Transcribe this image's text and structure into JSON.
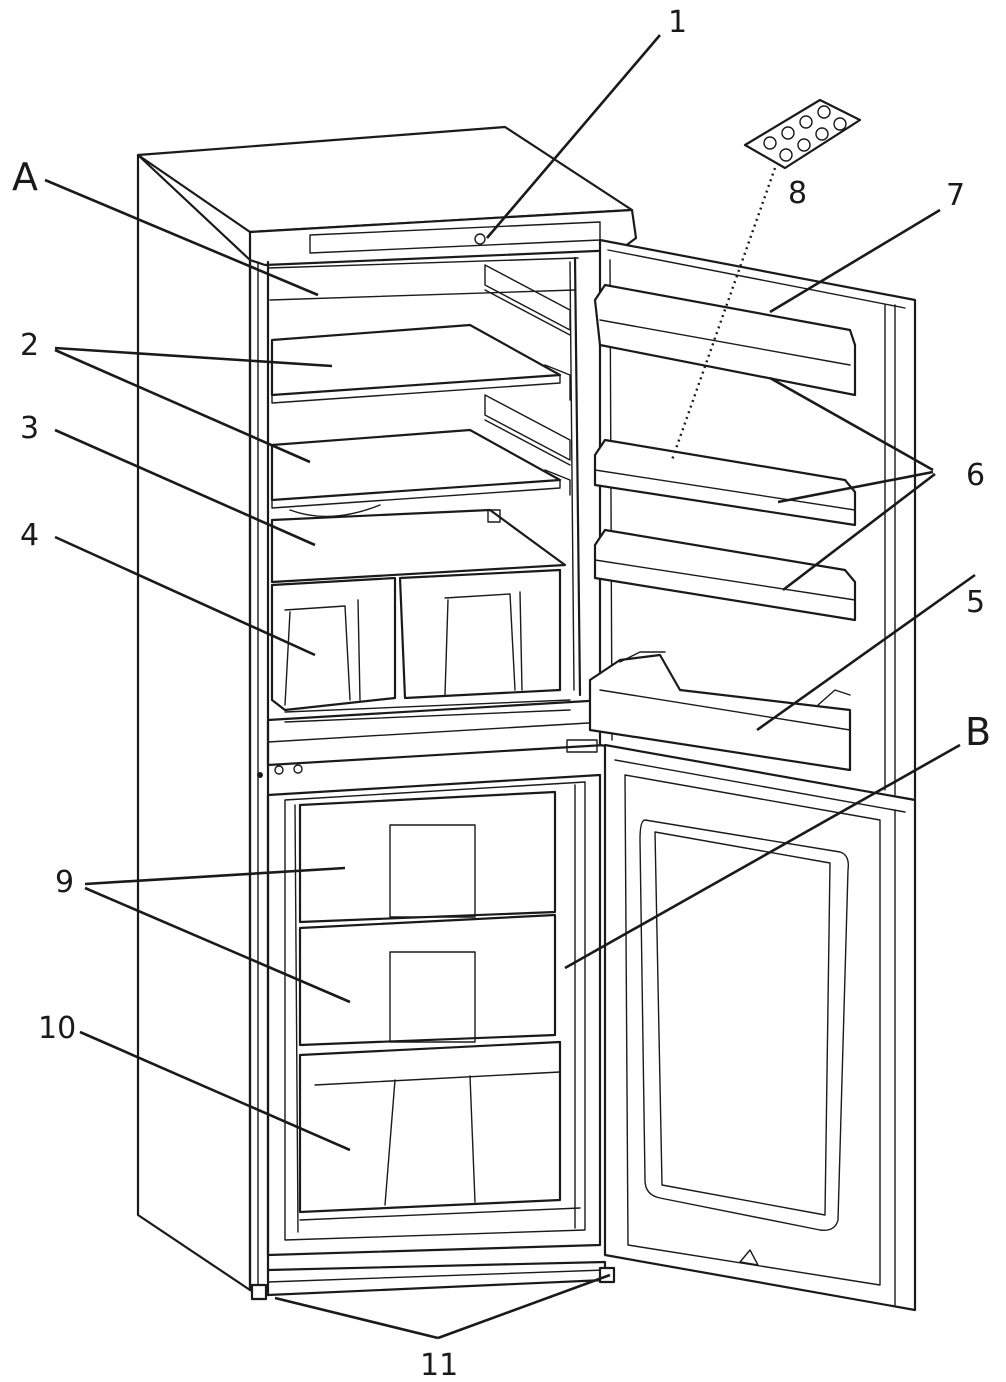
{
  "labels": {
    "A": "A",
    "B": "B",
    "n1": "1",
    "n2": "2",
    "n3": "3",
    "n4": "4",
    "n5": "5",
    "n6": "6",
    "n7": "7",
    "n8": "8",
    "n9": "9",
    "n10": "10",
    "n11": "11"
  }
}
